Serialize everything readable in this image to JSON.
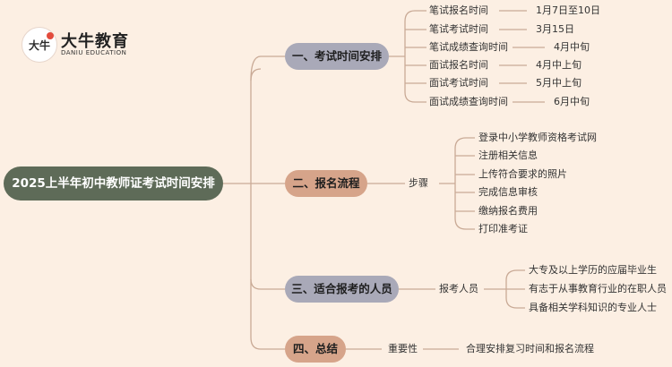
{
  "logo": {
    "mark": "大牛",
    "name": "大牛教育",
    "sub": "DANIU EDUCATION"
  },
  "root": {
    "title": "2025上半年初中教师证考试时间安排"
  },
  "sections": {
    "schedule": {
      "title": "一、考试时间安排",
      "items": [
        {
          "label": "笔试报名时间",
          "value": "1月7日至10日"
        },
        {
          "label": "笔试考试时间",
          "value": "3月15日"
        },
        {
          "label": "笔试成绩查询时间",
          "value": "4月中旬"
        },
        {
          "label": "面试报名时间",
          "value": "4月中上旬"
        },
        {
          "label": "面试考试时间",
          "value": "5月中上旬"
        },
        {
          "label": "面试成绩查询时间",
          "value": "6月中旬"
        }
      ]
    },
    "process": {
      "title": "二、报名流程",
      "mid": "步骤",
      "steps": [
        "登录中小学教师资格考试网",
        "注册相关信息",
        "上传符合要求的照片",
        "完成信息审核",
        "缴纳报名费用",
        "打印准考证"
      ]
    },
    "people": {
      "title": "三、适合报考的人员",
      "mid": "报考人员",
      "items": [
        "大专及以上学历的应届毕业生",
        "有志于从事教育行业的在职人员",
        "具备相关学科知识的专业人士"
      ]
    },
    "summary": {
      "title": "四、总结",
      "mid": "重要性",
      "text": "合理安排复习时间和报名流程"
    }
  }
}
